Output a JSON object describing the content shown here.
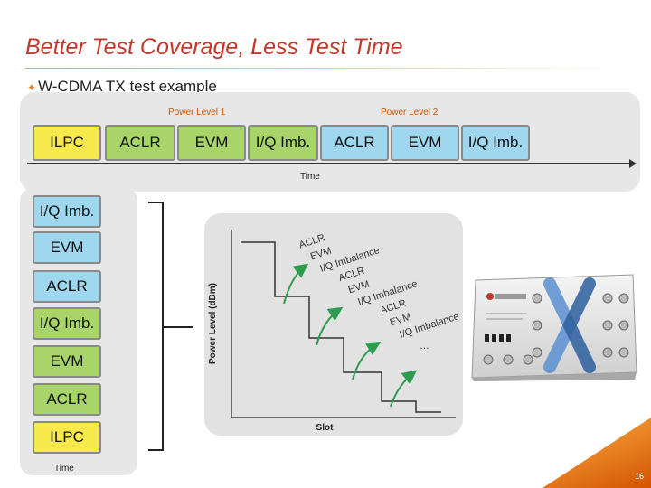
{
  "slide": {
    "title": "Better Test Coverage, Less Test Time",
    "bullet": "W-CDMA TX test example",
    "page_number": "16"
  },
  "top_sequence": {
    "power_level_1": "Power Level 1",
    "power_level_2": "Power Level 2",
    "boxes": [
      {
        "label": "ILPC",
        "color": "yellow"
      },
      {
        "label": "ACLR",
        "color": "green"
      },
      {
        "label": "EVM",
        "color": "green"
      },
      {
        "label": "I/Q Imb.",
        "color": "green"
      },
      {
        "label": "ACLR",
        "color": "cyan"
      },
      {
        "label": "EVM",
        "color": "cyan"
      },
      {
        "label": "I/Q Imb.",
        "color": "cyan"
      }
    ],
    "time_label": "Time"
  },
  "left_stack": {
    "boxes": [
      {
        "label": "I/Q Imb.",
        "color": "cyan"
      },
      {
        "label": "EVM",
        "color": "cyan"
      },
      {
        "label": "ACLR",
        "color": "cyan"
      },
      {
        "label": "I/Q Imb.",
        "color": "green"
      },
      {
        "label": "EVM",
        "color": "green"
      },
      {
        "label": "ACLR",
        "color": "green"
      },
      {
        "label": "ILPC",
        "color": "yellow"
      }
    ],
    "time_label": "Time"
  },
  "slot_chart": {
    "y_label": "Power Level (dBm)",
    "x_label": "Slot",
    "step_labels": [
      {
        "lines": [
          "ACLR",
          "EVM",
          "I/Q Imbalance"
        ]
      },
      {
        "lines": [
          "ACLR",
          "EVM",
          "I/Q Imbalance"
        ]
      },
      {
        "lines": [
          "ACLR",
          "EVM",
          "I/Q Imbalance"
        ]
      },
      {
        "lines": [
          "…"
        ]
      }
    ]
  },
  "colors": {
    "title": "#c0392b",
    "accent": "#e67e22",
    "yellow": "#f7e94c",
    "green": "#a7d56a",
    "cyan": "#9fd7ee",
    "curve": "#2e9b4f"
  }
}
